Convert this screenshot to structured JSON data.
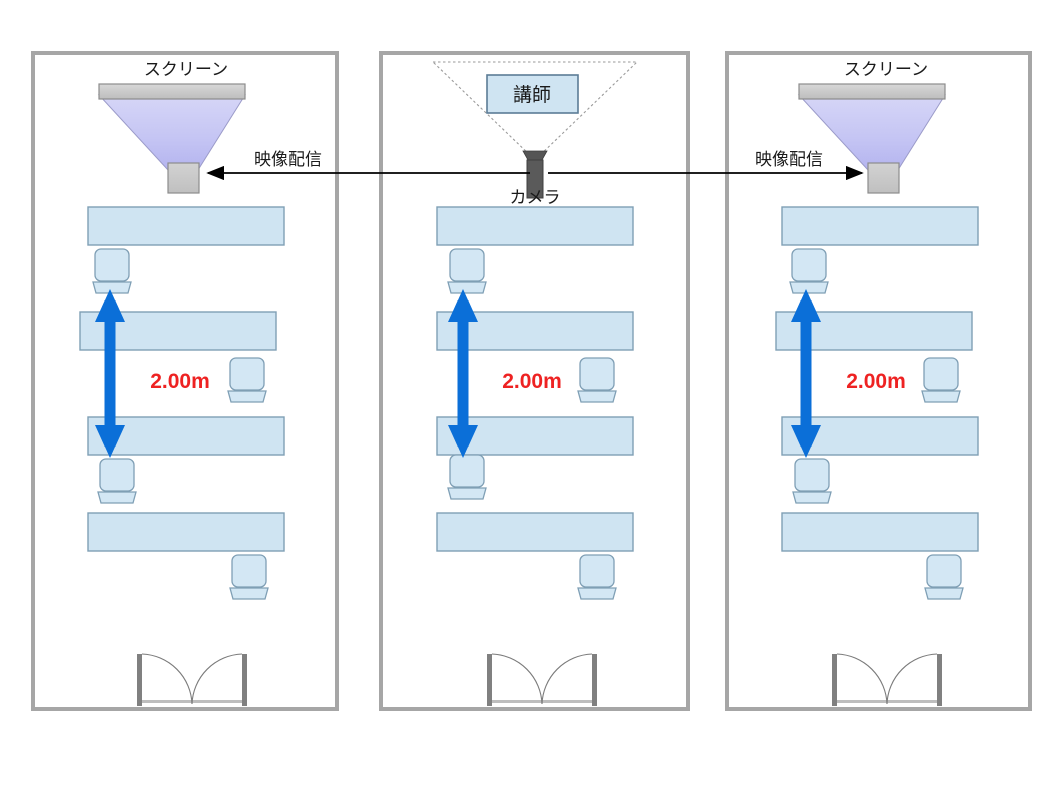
{
  "diagram": {
    "title": "remote-lecture-classroom-layout",
    "colors": {
      "room_wall": "#a6a6a6",
      "desk_fill": "#cfe4f2",
      "desk_stroke": "#7f9fb5",
      "chair_fill": "#d3e7f4",
      "chair_stroke": "#7f9fb5",
      "screen_bar_fill": "#c9c9c9",
      "screen_bar_stroke": "#8c8c8c",
      "projector_fill": "#c9c9c9",
      "projector_stroke": "#8c8c8c",
      "cone_top": "#cfcff2",
      "cone_bottom": "#b9b9f0",
      "camera_body": "#595959",
      "arrow_blue": "#0b6fd8",
      "dimension_text": "#ee2222",
      "link_arrow": "#000000",
      "fov_line": "#9a9a9a",
      "door_frame": "#808080",
      "instructor_fill": "#cfe4f2",
      "instructor_stroke": "#5b7c96"
    },
    "rooms": [
      {
        "id": "room-left",
        "type": "satellite",
        "screen_label": "スクリーン",
        "link_label": "映像配信",
        "dimension_label": "2.00m",
        "link_direction": "incoming-from-right"
      },
      {
        "id": "room-center",
        "type": "main",
        "instructor_label": "講師",
        "camera_label": "カメラ",
        "dimension_label": "2.00m"
      },
      {
        "id": "room-right",
        "type": "satellite",
        "screen_label": "スクリーン",
        "link_label": "映像配信",
        "dimension_label": "2.00m",
        "link_direction": "incoming-from-left"
      }
    ],
    "labels": {
      "screen": "スクリーン",
      "instructor": "講師",
      "camera": "カメラ",
      "video_distribution": "映像配信",
      "distance": "2.00m"
    },
    "desk_rows_per_room": 4,
    "chairs_per_room": 4
  }
}
